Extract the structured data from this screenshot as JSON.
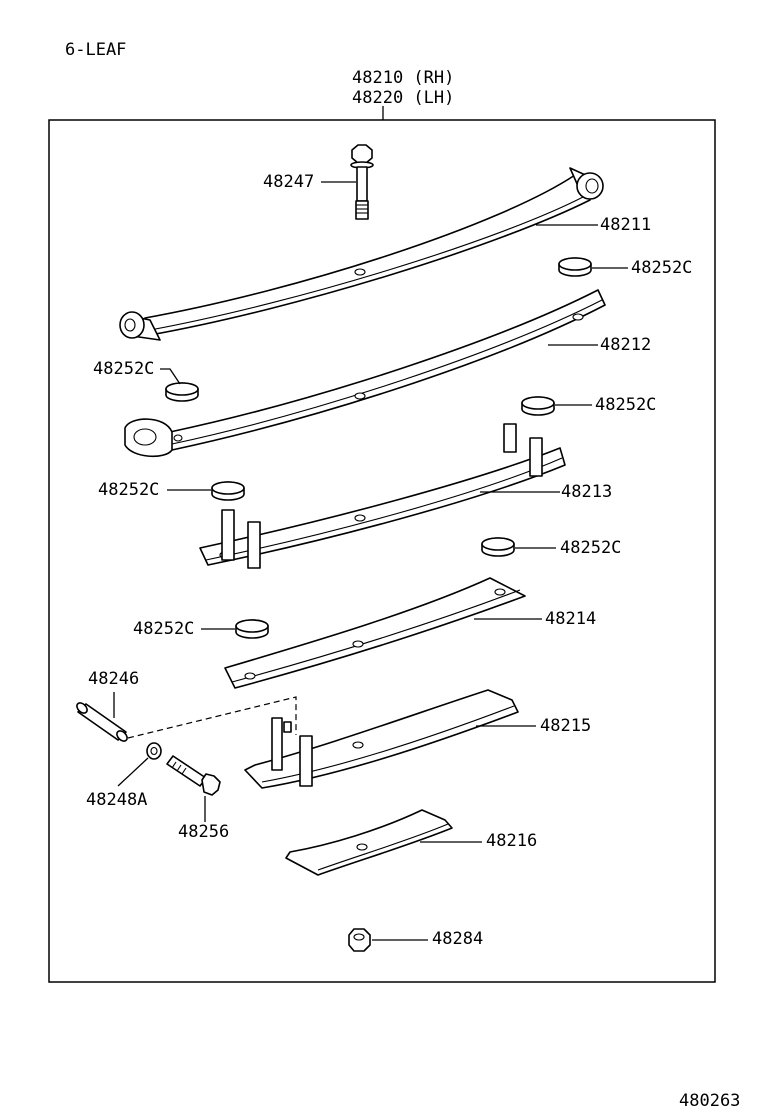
{
  "header": {
    "variant": "6-LEAF",
    "assembly_rh": "48210 (RH)",
    "assembly_lh": "48220 (LH)"
  },
  "parts": {
    "bolt_top": "48247",
    "leaf_1": "48211",
    "leaf_2": "48212",
    "leaf_3": "48213",
    "leaf_4": "48214",
    "leaf_5": "48215",
    "leaf_6": "48216",
    "spacer": "48252C",
    "pin": "48246",
    "washer": "48248A",
    "bolt_clip": "48256",
    "nut": "48284"
  },
  "footer": {
    "diagram_code": "480263"
  }
}
